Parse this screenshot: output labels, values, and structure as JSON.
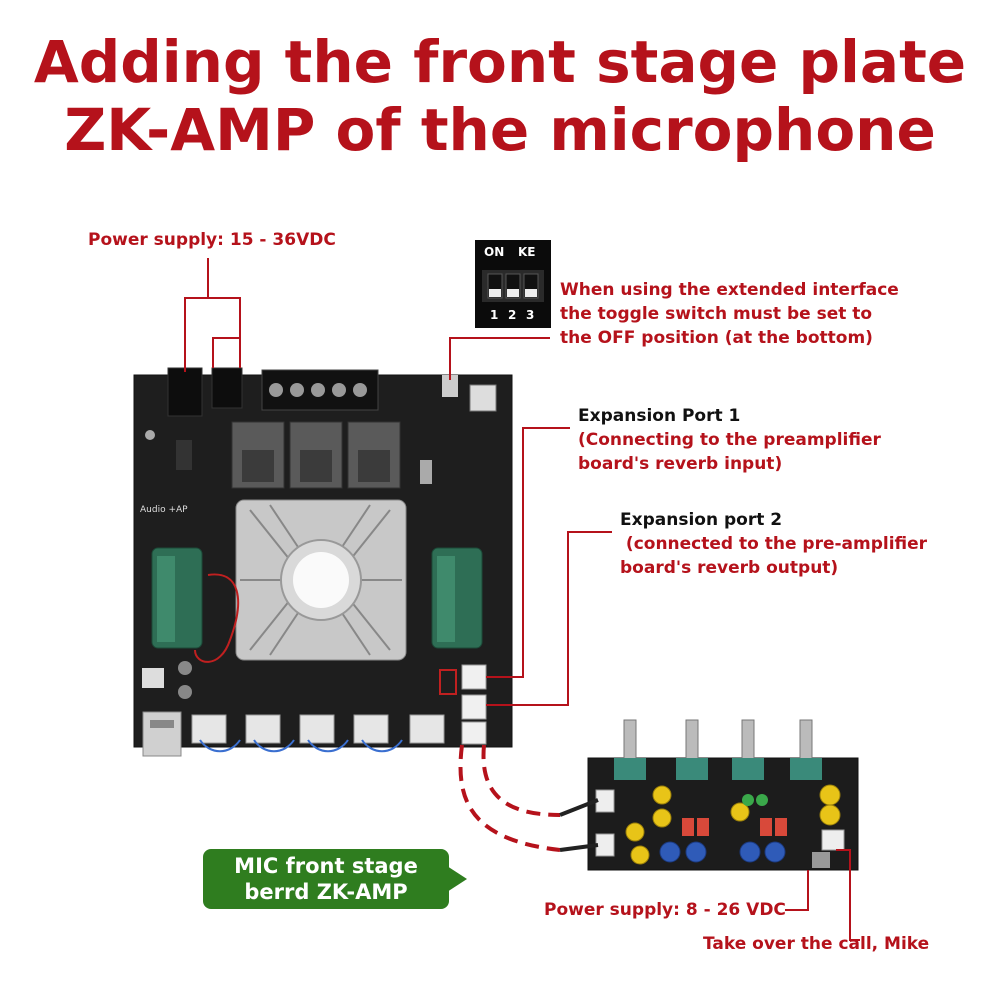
{
  "title": {
    "line1": "Adding the front stage plate",
    "line2": "ZK-AMP of the microphone"
  },
  "annotations": {
    "power_main": "Power supply: 15 - 36VDC",
    "dip_note": [
      "When using the extended interface",
      "the toggle switch must be set to",
      "the OFF position (at the bottom)"
    ],
    "exp1": [
      "Expansion Port 1",
      "(Connecting to the preamplifier",
      "board's reverb input)"
    ],
    "exp2": [
      "Expansion port 2",
      " (connected to the pre-amplifier",
      "board's reverb output)"
    ],
    "power_pre": "Power supply: 8 - 26 VDC",
    "mic": "Take over the call, Mike"
  },
  "dip_switch": {
    "on": "ON",
    "ke": "KE",
    "n1": "1",
    "n2": "2",
    "n3": "3"
  },
  "callout": {
    "line1": "MIC front stage",
    "line2": "berrd ZK-AMP"
  },
  "board_silk": {
    "audio": "Audio +AP"
  },
  "colors": {
    "title_red": "#b5121b",
    "callout_green": "#2f7d1f",
    "board": "#1c1c1c"
  }
}
